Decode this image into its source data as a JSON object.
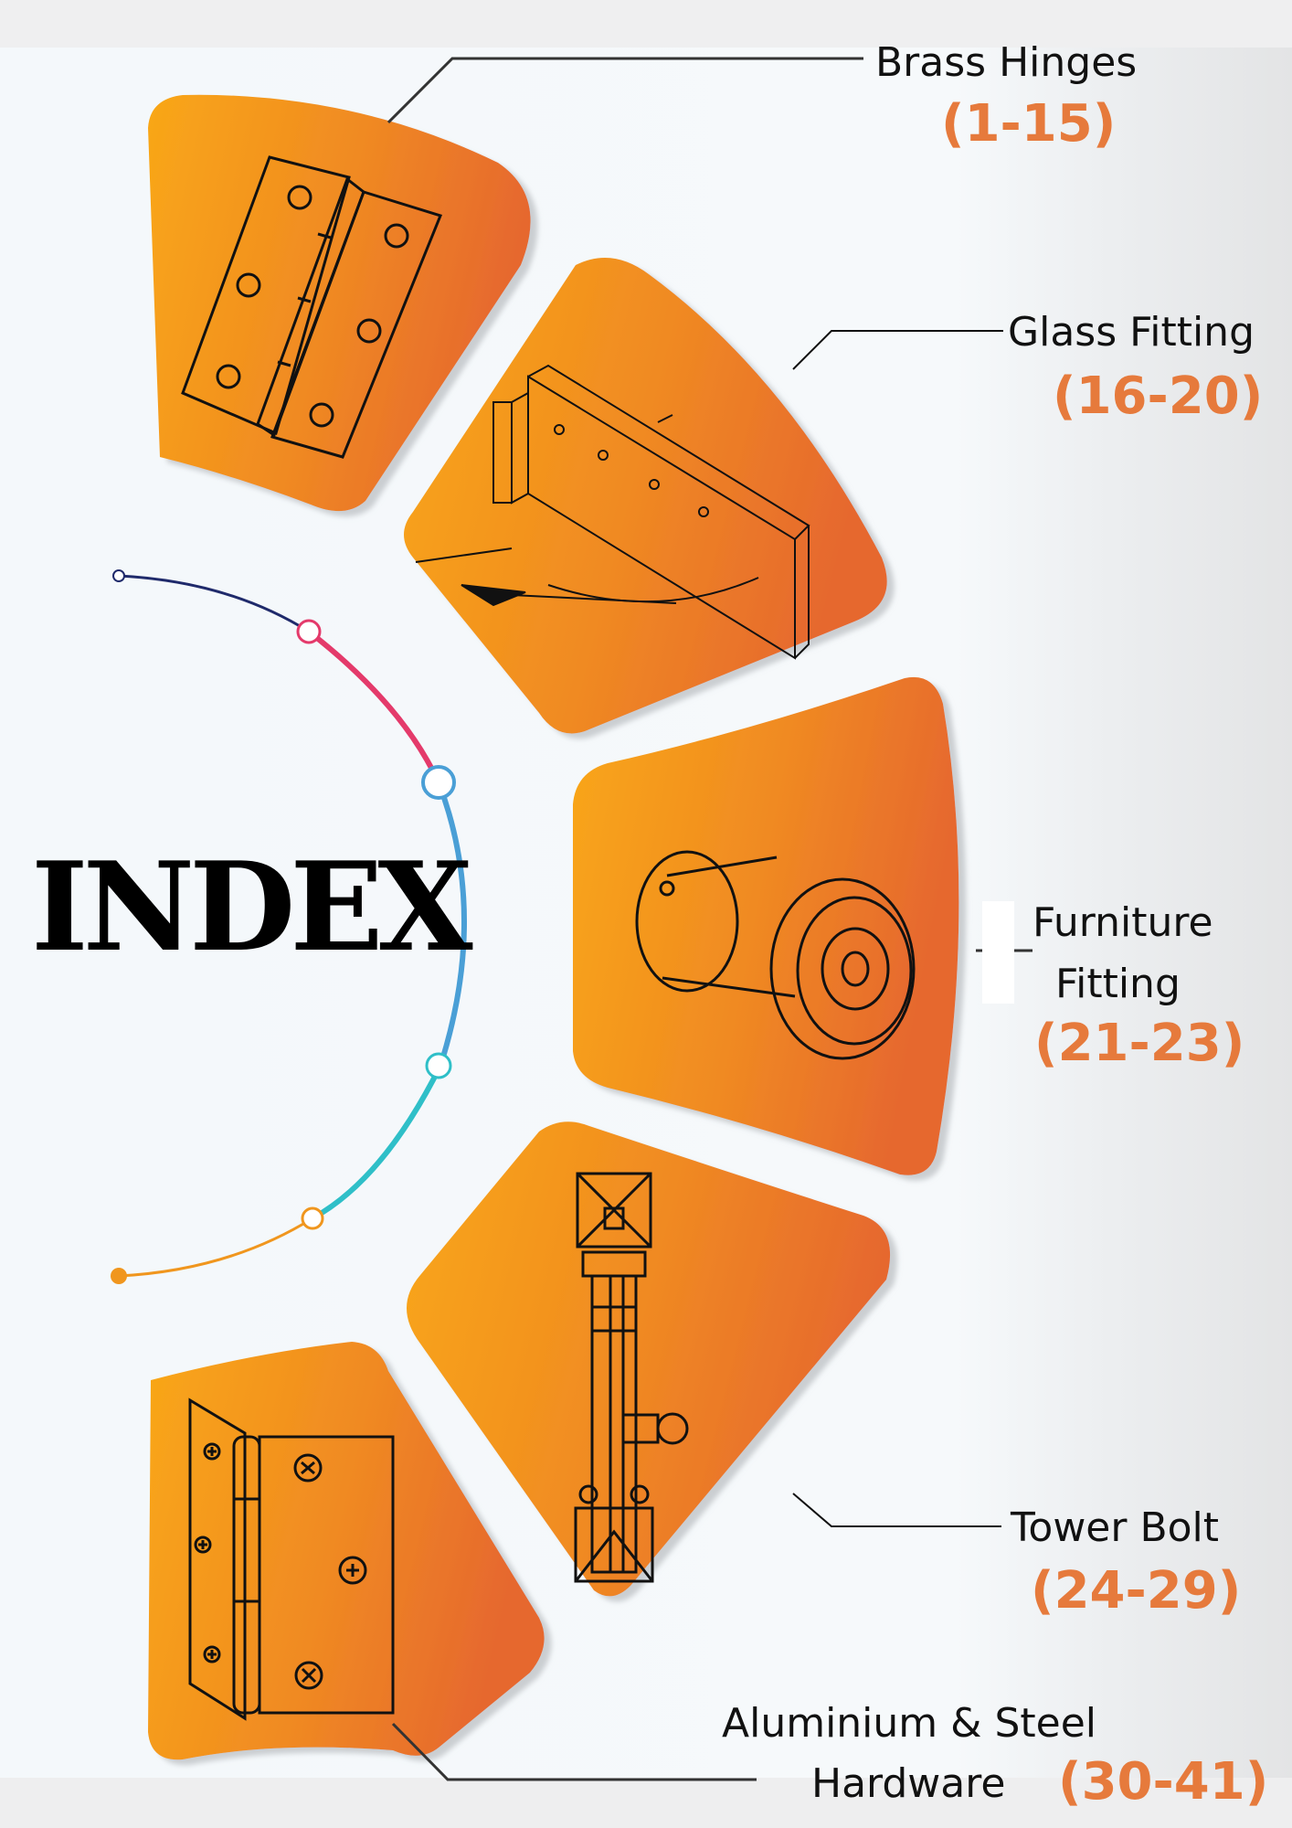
{
  "title": "INDEX",
  "sections": [
    {
      "id": "brass",
      "label_lines": [
        "Brass Hinges"
      ],
      "range": "(1-15)",
      "icon": "butt-hinge-icon"
    },
    {
      "id": "glass",
      "label_lines": [
        "Glass Fitting"
      ],
      "range": "(16-20)",
      "icon": "glass-patch-fitting-icon"
    },
    {
      "id": "furniture",
      "label_lines": [
        "Furniture",
        "Fitting"
      ],
      "range": "(21-23)",
      "icon": "door-knob-icon"
    },
    {
      "id": "tower",
      "label_lines": [
        "Tower Bolt"
      ],
      "range": "(24-29)",
      "icon": "tower-bolt-icon"
    },
    {
      "id": "aluminium",
      "label_lines": [
        "Aluminium & Steel",
        "Hardware"
      ],
      "range": "(30-41)",
      "icon": "steel-hinge-icon"
    }
  ],
  "colors": {
    "tile_start": "#f9a718",
    "tile_end": "#e6682f",
    "range_text": "#e67a3c",
    "arc_navy": "#1f2a6b",
    "arc_pink": "#e43a6b",
    "arc_blue": "#4a9fd6",
    "arc_teal": "#2fbfc8",
    "arc_orange": "#f0961e"
  }
}
